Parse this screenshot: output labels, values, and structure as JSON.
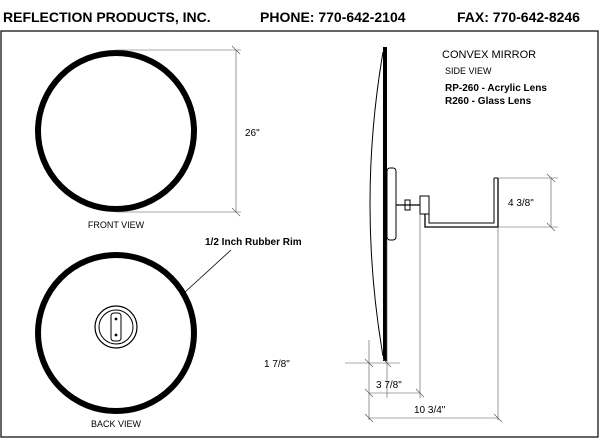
{
  "header": {
    "company": "REFLECTION PRODUCTS, INC.",
    "phone": "PHONE: 770-642-2104",
    "fax": "FAX: 770-642-8246"
  },
  "front_view": {
    "label": "FRONT VIEW",
    "diameter": "26\""
  },
  "back_view": {
    "label": "BACK VIEW",
    "rim_label": "1/2 Inch Rubber Rim"
  },
  "side_view": {
    "title": "CONVEX MIRROR",
    "subtitle": "SIDE VIEW",
    "model_acrylic": "RP-260 - Acrylic Lens",
    "model_glass": "R260 - Glass Lens",
    "dim_bracket_height": "4 3/8\"",
    "dim_depth_a": "1 7/8\"",
    "dim_depth_b": "3 7/8\"",
    "dim_depth_c": "10 3/4\""
  }
}
